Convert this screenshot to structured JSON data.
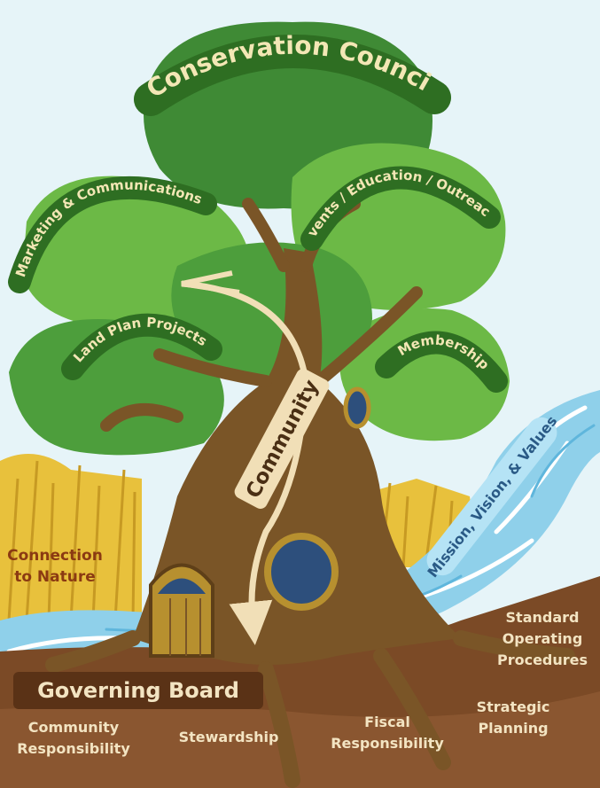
{
  "title": "Conservation Council",
  "branches": {
    "marketing": "Marketing & Communications",
    "events": "Events / Education / Outreach",
    "land_plan": "Land Plan Projects",
    "membership": "Membership"
  },
  "trunk_label": "Community",
  "river_label": "Mission, Vision, & Values",
  "left_label": [
    "Connection",
    "to Nature"
  ],
  "base": {
    "title": "Governing Board",
    "sop": [
      "Standard",
      "Operating",
      "Procedures"
    ],
    "strategic": [
      "Strategic",
      "Planning"
    ],
    "fiscal": [
      "Fiscal",
      "Responsibility"
    ],
    "stewardship": "Stewardship",
    "community": [
      "Community",
      "Responsibility"
    ]
  },
  "colors": {
    "sky": "#e6f4f8",
    "canopy_dark": "#3f8a35",
    "canopy_mid": "#4d9e3c",
    "canopy_light": "#6cb946",
    "label_band": "#2e6e22",
    "label_text": "#f3e7b5",
    "trunk": "#7a5527",
    "ground": "#7b4a26",
    "grass": "#e8c13c",
    "water": "#8fd0ea",
    "banner": "#f1dfb7",
    "arrow": "#f1dfb7",
    "connection_text": "#8b3a12",
    "base_text": "#f3e4c2"
  }
}
